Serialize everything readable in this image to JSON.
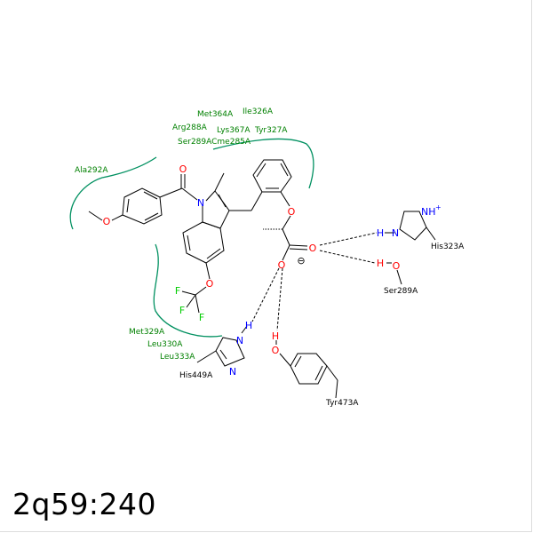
{
  "title": "2q59:240",
  "colors": {
    "bond": "#000000",
    "oxygen": "#ff0000",
    "nitrogen": "#0000ff",
    "fluorine": "#00cc00",
    "hydrophobic_label": "#008000",
    "hydrophobic_arc": "#009060",
    "hbond": "#000000"
  },
  "residues": {
    "met364": "Met364A",
    "ile326": "Ile326A",
    "arg288": "Arg288A",
    "lys367": "Lys367A",
    "tyr327": "Tyr327A",
    "ser289_cme285": "Ser289ACme285A",
    "ala292": "Ala292A",
    "met329": "Met329A",
    "leu330": "Leu330A",
    "leu333": "Leu333A",
    "his323": "His323A",
    "ser289": "Ser289A",
    "his449": "His449A",
    "tyr473": "Tyr473A"
  },
  "atoms": {
    "o": "O",
    "n": "N",
    "f": "F",
    "h": "H",
    "nh_plus": "NH",
    "plus": "+",
    "minus": "⊖"
  }
}
